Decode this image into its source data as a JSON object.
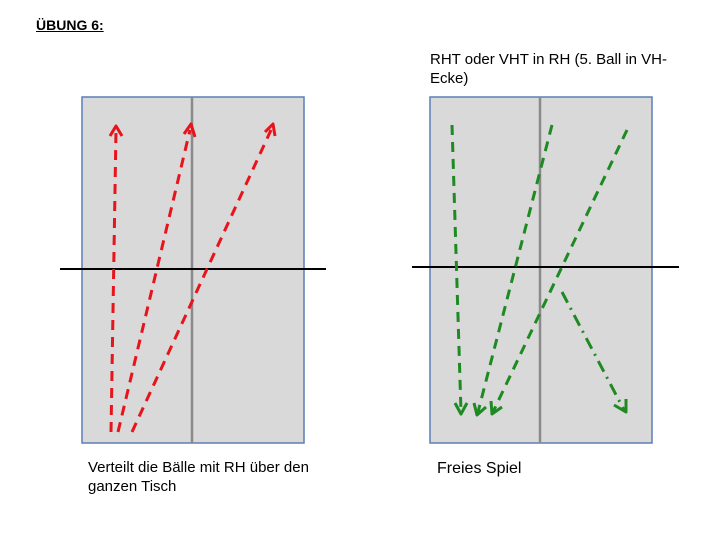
{
  "title": "ÜBUNG 6:",
  "left_panel": {
    "caption": "Verteilt die Bälle mit RH über den ganzen Tisch",
    "arrow_color": "#e8141b"
  },
  "right_panel": {
    "top_label": "RHT oder VHT in RH (5. Ball in VH-Ecke)",
    "caption": "Freies Spiel",
    "arrow_color": "#1e8a22"
  },
  "colors": {
    "table_fill": "#d9d9d9",
    "table_border": "#5b7fb8",
    "center_line": "#8a8a8a",
    "net": "#000000"
  }
}
